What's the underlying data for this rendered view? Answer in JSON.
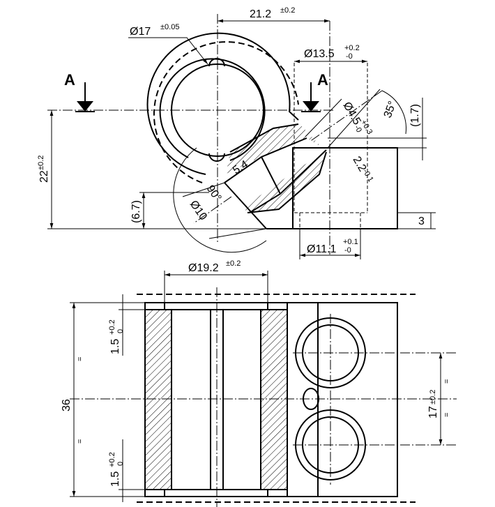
{
  "section": {
    "label_left": "A",
    "label_right": "A"
  },
  "top_view": {
    "dia17": "Ø17",
    "dia17_tol": "±0.05",
    "d212": "21.2",
    "d212_tol": "±0.2",
    "dia135": "Ø13.5",
    "dia135_up": "+0.2",
    "dia135_lo": "-0",
    "dia45": "Ø4.5",
    "dia45_up": "+0.3",
    "dia45_lo": "-0",
    "ang35": "35°",
    "d17p": "(1.7)",
    "d22": "2.2",
    "d22_tol": "-0.1",
    "d54": "5.4",
    "ang90": "90°",
    "dia10": "Ø10",
    "d67": "(6.7)",
    "d22h": "22",
    "d22h_tol": "±0.2",
    "d3": "3",
    "dia111": "Ø11.1",
    "dia111_up": "+0.1",
    "dia111_lo": "-0"
  },
  "bottom_view": {
    "dia192": "Ø19.2",
    "dia192_tol": "±0.2",
    "d36": "36",
    "d15a": "1.5",
    "d15a_up": "+0.2",
    "d15a_lo": "0",
    "d15b": "1.5",
    "d15b_up": "+0.2",
    "d15b_lo": "0",
    "d17": "17",
    "d17_tol": "±0.2",
    "eq": "="
  }
}
